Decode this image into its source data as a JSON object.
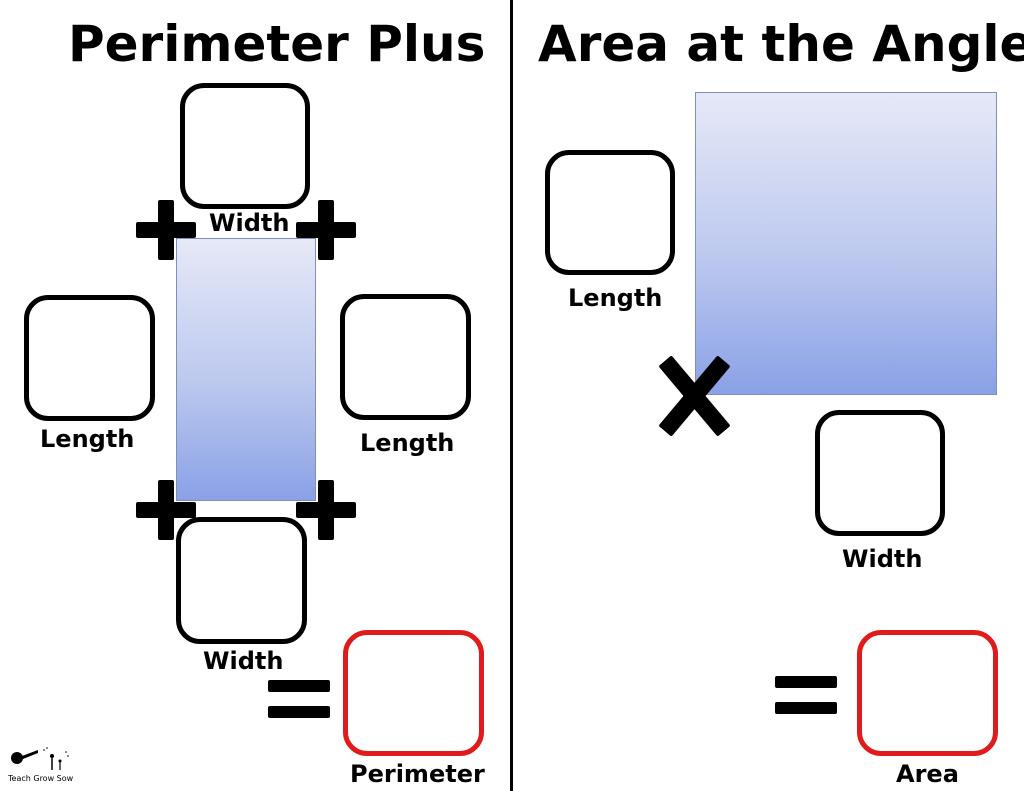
{
  "left_panel": {
    "title": "Perimeter Plus",
    "labels": {
      "top_width": "Width",
      "left_length": "Length",
      "right_length": "Length",
      "bottom_width": "Width",
      "result": "Perimeter"
    }
  },
  "right_panel": {
    "title": "Area at the Angle",
    "labels": {
      "length": "Length",
      "width": "Width",
      "result": "Area"
    }
  },
  "logo": {
    "text": "Teach Grow Sow"
  },
  "colors": {
    "result_box_border": "#e01b1b",
    "rect_gradient_top": "#e6e9f7",
    "rect_gradient_bottom": "#8aa1e6"
  },
  "icons": {
    "plus": "plus-sign-icon",
    "times": "multiplication-sign-icon",
    "equals": "equals-sign-icon",
    "logo": "watering-can-icon"
  }
}
